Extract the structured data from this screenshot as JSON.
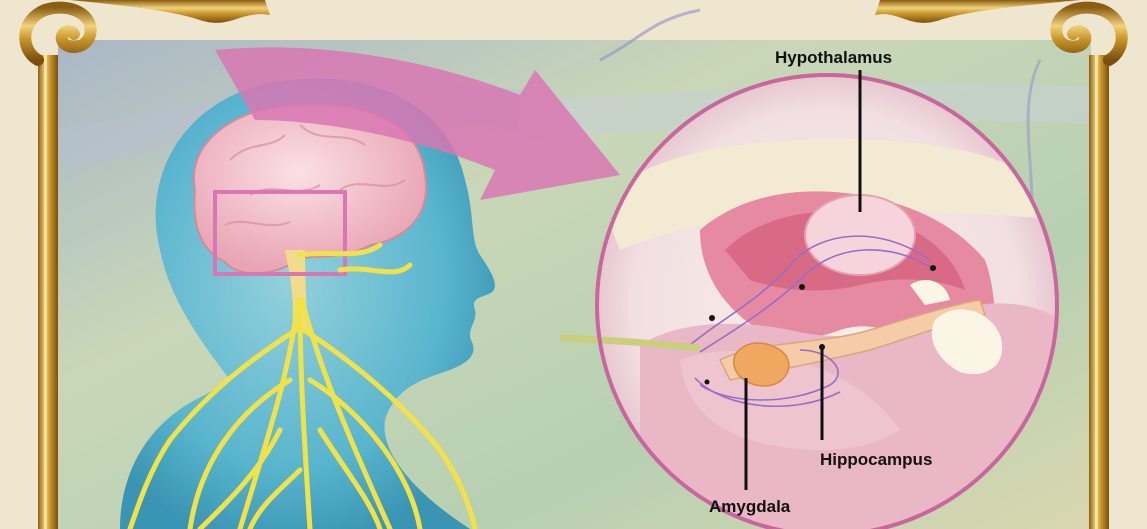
{
  "labels": {
    "hypothalamus": "Hypothalamus",
    "hippocampus": "Hippocampus",
    "amygdala": "Amygdala"
  },
  "colors": {
    "frame_gold": "#c9962a",
    "frame_gold_light": "#f1d27a",
    "arrow_pink": "#d877b3",
    "circle_outline": "#c8679c",
    "nerve_yellow": "#f2e24a",
    "head_blue": "#3aa6c9",
    "brain_pink": "#f2b9c4",
    "leader_line": "#111111"
  },
  "icons": [
    "ornate-gold-frame",
    "head-silhouette",
    "brain",
    "nerve-network",
    "magnify-arrow",
    "limbic-system-closeup"
  ]
}
